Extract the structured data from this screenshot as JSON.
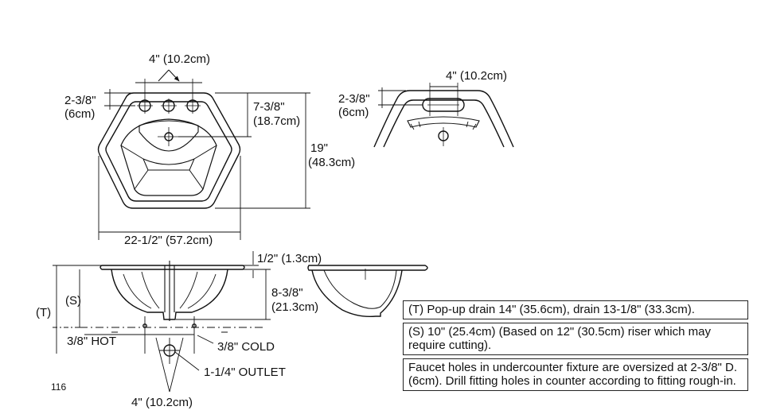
{
  "top_view": {
    "faucet_spacing": "4\" (10.2cm)",
    "edge_to_holes": "2-3/8\"",
    "edge_to_holes_metric": "(6cm)",
    "front_to_drain": "7-3/8\"",
    "front_to_drain_metric": "(18.7cm)",
    "overall_depth": "19\"",
    "overall_depth_metric": "(48.3cm)",
    "overall_width": "22-1/2\" (57.2cm)"
  },
  "undercounter_view": {
    "faucet_spacing": "4\" (10.2cm)",
    "edge_to_holes": "2-3/8\"",
    "edge_to_holes_metric": "(6cm)"
  },
  "front_view": {
    "t_label": "(T)",
    "s_label": "(S)",
    "rim_thickness": "1/2\" (1.3cm)",
    "bowl_depth": "8-3/8\"",
    "bowl_depth_metric": "(21.3cm)",
    "hot_label": "3/8\" HOT",
    "cold_label": "3/8\" COLD",
    "outlet_label": "1-1/4\" OUTLET",
    "bottom_spacing": "4\" (10.2cm)"
  },
  "page_number": "116",
  "notes": [
    "(T) Pop-up drain 14\" (35.6cm), drain 13-1/8\" (33.3cm).",
    "(S) 10\" (25.4cm) (Based on 12\" (30.5cm) riser which may require cutting).",
    "Faucet holes in undercounter fixture are oversized at 2-3/8\" D. (6cm). Drill fitting holes in counter according to fitting rough-in."
  ]
}
